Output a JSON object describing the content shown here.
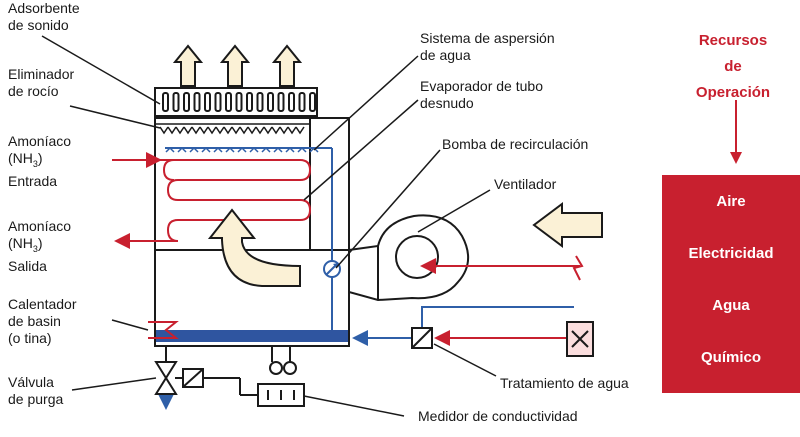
{
  "labels": {
    "adsorbente_1": "Adsorbente",
    "adsorbente_2": "de sonido",
    "eliminador_1": "Eliminador",
    "eliminador_2": "de rocío",
    "amoniaco_entrada_1": "Amoníaco",
    "amoniaco_entrada_2": "(NH",
    "amoniaco_entrada_sub": "3",
    "amoniaco_entrada_3": "Entrada",
    "amoniaco_salida_1": "Amoníaco",
    "amoniaco_salida_2": "(NH",
    "amoniaco_salida_sub": "3",
    "amoniaco_salida_3": "Salida",
    "calentador_1": "Calentador",
    "calentador_2": "de basin",
    "calentador_3": "(o tina)",
    "valvula_1": "Válvula",
    "valvula_2": "de purga",
    "aspersion_1": "Sistema de aspersión",
    "aspersion_2": "de agua",
    "evaporador_1": "Evaporador de tubo",
    "evaporador_2": "desnudo",
    "bomba": "Bomba de recirculación",
    "ventilador": "Ventilador",
    "tratamiento": "Tratamiento de agua",
    "medidor": "Medidor de conductividad"
  },
  "resources": {
    "title_1": "Recursos",
    "title_2": "de",
    "title_3": "Operación",
    "items": [
      "Aire",
      "Electricidad",
      "Agua",
      "Químico"
    ]
  },
  "colors": {
    "red": "#c8202f",
    "blue": "#2f5fa8",
    "basin": "#2f55a0",
    "arrow_fill": "#fbf1d6",
    "text": "#1a1a1a"
  }
}
